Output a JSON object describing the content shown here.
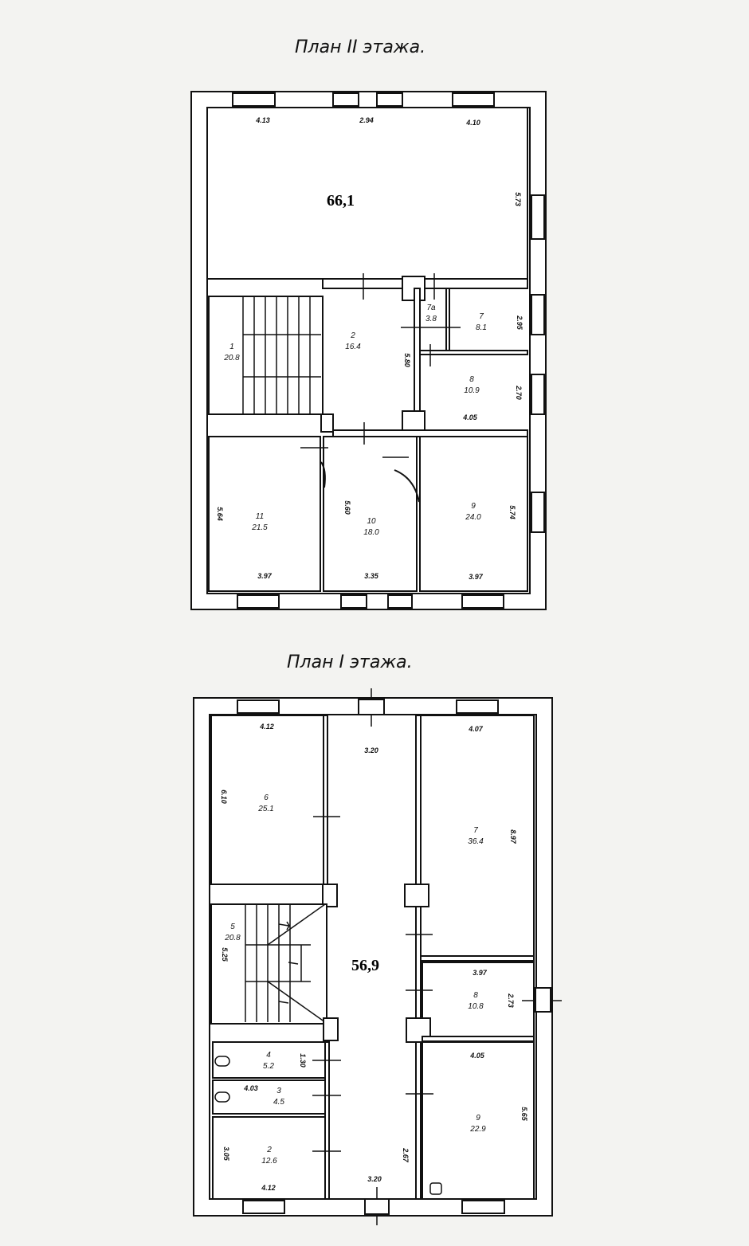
{
  "floor2": {
    "title": "План II этажа.",
    "total_area": "66,1",
    "rooms": [
      {
        "number": "1",
        "area": "20.8"
      },
      {
        "number": "2",
        "area": "16.4"
      },
      {
        "number": "7а",
        "area": "3.8"
      },
      {
        "number": "7",
        "area": "8.1"
      },
      {
        "number": "8",
        "area": "10.9"
      },
      {
        "number": "9",
        "area": "24.0"
      },
      {
        "number": "10",
        "area": "18.0"
      },
      {
        "number": "11",
        "area": "21.5"
      }
    ],
    "dimensions": [
      "4.13",
      "2.94",
      "4.10",
      "5.73",
      "2.95",
      "5.80",
      "2.70",
      "4.05",
      "5.64",
      "5.60",
      "5.74",
      "3.97",
      "3.35",
      "3.97"
    ]
  },
  "floor1": {
    "title": "План I этажа.",
    "total_area": "56,9",
    "rooms": [
      {
        "number": "6",
        "area": "25.1"
      },
      {
        "number": "7",
        "area": "36.4"
      },
      {
        "number": "5",
        "area": "20.8"
      },
      {
        "number": "8",
        "area": "10.8"
      },
      {
        "number": "4",
        "area": "5.2"
      },
      {
        "number": "3",
        "area": "4.5"
      },
      {
        "number": "9",
        "area": "22.9"
      },
      {
        "number": "2",
        "area": "12.6"
      }
    ],
    "dimensions": [
      "4.12",
      "3.20",
      "4.07",
      "6.10",
      "8.97",
      "5.25",
      "3.97",
      "2.73",
      "1.30",
      "4.03",
      "4.05",
      "5.65",
      "3.05",
      "2.67",
      "3.20",
      "4.12"
    ]
  }
}
